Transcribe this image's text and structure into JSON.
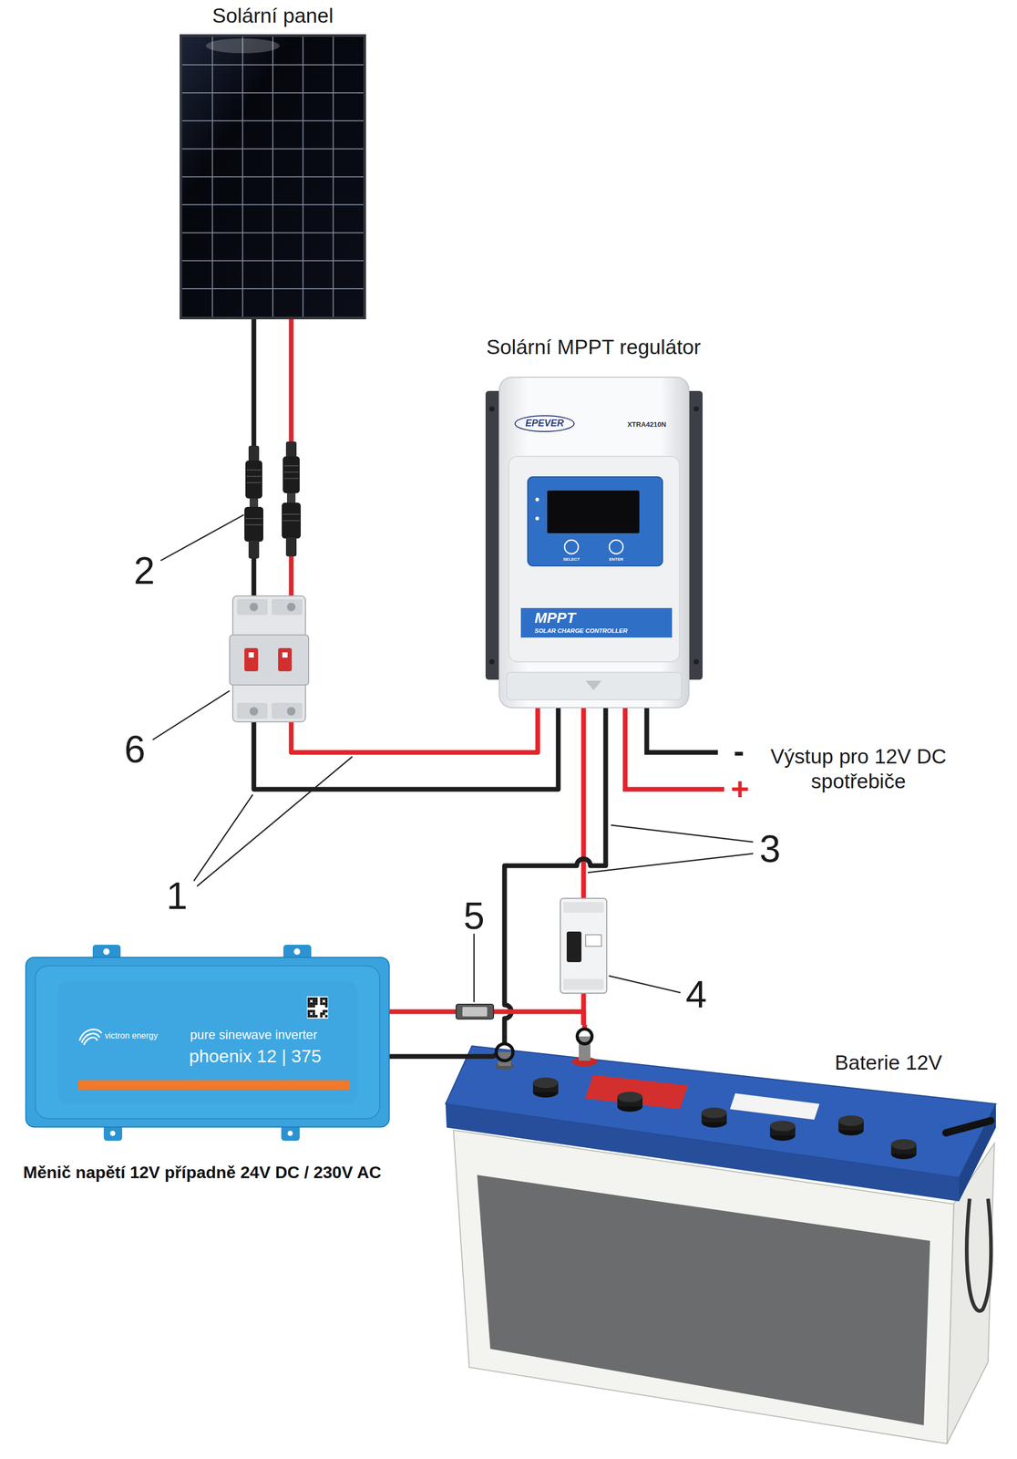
{
  "diagram": {
    "nodes": [
      {
        "text": [
          "Solární panel"
        ]
      },
      {
        "text": [
          "Solární MPPT regulátor",
          "EPEVER",
          "XTRA4210N",
          "SELECT",
          "ENTER",
          "MPPT",
          "SOLAR CHARGE CONTROLLER"
        ]
      },
      {
        "text": [
          "victron energy",
          "pure sinewave inverter",
          "phoenix 12 | 375",
          "Měnič napětí 12V případně 24V DC / 230V AC"
        ]
      },
      {
        "text": [
          "Baterie 12V"
        ]
      }
    ],
    "edges": [
      {
        "from": 0,
        "to": 1,
        "arrow": "none"
      },
      {
        "from": 1,
        "to": 3,
        "arrow": "none"
      },
      {
        "from": 2,
        "to": 3,
        "arrow": "none"
      }
    ],
    "labels": [
      "2",
      "6",
      "-",
      "Výstup pro 12V DC spotřebiče",
      "+",
      "1",
      "3",
      "5",
      "4"
    ]
  }
}
